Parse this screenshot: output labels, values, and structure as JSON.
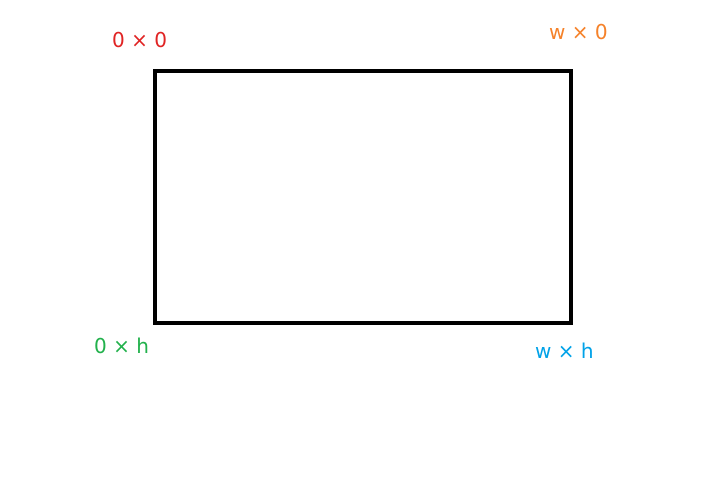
{
  "corners": {
    "top_left": {
      "label": "0 × 0",
      "color": "#e02424"
    },
    "top_right": {
      "label": "w × 0",
      "color": "#f5822a"
    },
    "bottom_left": {
      "label": "0 × h",
      "color": "#22b14c"
    },
    "bottom_right": {
      "label": "w × h",
      "color": "#00a2e8"
    }
  },
  "rectangle": {
    "stroke_color": "#000000",
    "fill_color": "#ffffff"
  }
}
